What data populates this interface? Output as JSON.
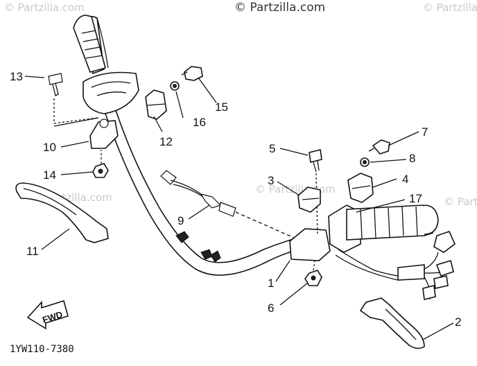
{
  "watermark": {
    "main": "© Partzilla.com",
    "repeat": "© Partzilla.com"
  },
  "diagram_code": "1YW110-7380",
  "fwd_label": "FWD",
  "callouts": [
    {
      "id": "1",
      "label": "1"
    },
    {
      "id": "2",
      "label": "2"
    },
    {
      "id": "3",
      "label": "3"
    },
    {
      "id": "4",
      "label": "4"
    },
    {
      "id": "5",
      "label": "5"
    },
    {
      "id": "6",
      "label": "6"
    },
    {
      "id": "7",
      "label": "7"
    },
    {
      "id": "8",
      "label": "8"
    },
    {
      "id": "9",
      "label": "9"
    },
    {
      "id": "10",
      "label": "10"
    },
    {
      "id": "11",
      "label": "11"
    },
    {
      "id": "12",
      "label": "12"
    },
    {
      "id": "13",
      "label": "13"
    },
    {
      "id": "14",
      "label": "14"
    },
    {
      "id": "15",
      "label": "15"
    },
    {
      "id": "16",
      "label": "16"
    },
    {
      "id": "17",
      "label": "17"
    }
  ]
}
